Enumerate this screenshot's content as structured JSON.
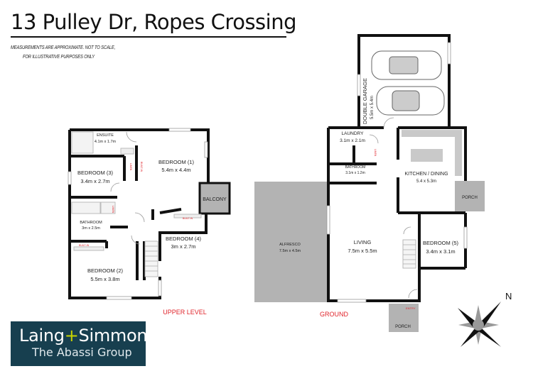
{
  "header": {
    "title": "13 Pulley Dr, Ropes Crossing",
    "disclaimer_line1": "MEASUREMENTS ARE APPROXIMATE. NOT TO SCALE,",
    "disclaimer_line2": "FOR ILLUSTRATIVE PURPOSES ONLY"
  },
  "upper_level": {
    "level_label": "UPPER LEVEL",
    "rooms": {
      "ensuite": {
        "name": "ENSUITE",
        "size": "4.1m x 1.7m"
      },
      "bedroom1": {
        "name": "BEDROOM (1)",
        "size": "5.4m x 4.4m"
      },
      "bedroom3": {
        "name": "BEDROOM (3)",
        "size": "3.4m x 2.7m"
      },
      "balcony": {
        "name": "BALCONY"
      },
      "bathroom": {
        "name": "BATHROOM",
        "size": "3m x 2.5m"
      },
      "bedroom4": {
        "name": "BEDROOM (4)",
        "size": "3m x 2.7m"
      },
      "bedroom2": {
        "name": "BEDROOM (2)",
        "size": "5.5m x 3.8m"
      }
    },
    "tags": {
      "builtin": "BUILT-IN",
      "linen": "LINEN"
    }
  },
  "ground_level": {
    "level_label": "GROUND",
    "rooms": {
      "garage": {
        "name": "DOUBLE GARAGE",
        "size": "5.5m x 5.4m"
      },
      "laundry": {
        "name": "LAUNDRY",
        "size": "3.1m x 2.1m"
      },
      "bathroom": {
        "name": "BATHROOM",
        "size": "3.1m x 1.2m"
      },
      "kitchen": {
        "name": "KITCHEN / DINING",
        "size": "5.4 x 5.3m"
      },
      "porch_side": {
        "name": "PORCH"
      },
      "alfresco": {
        "name": "ALFRESCO",
        "size": "7.5m x 4.5m"
      },
      "living": {
        "name": "LIVING",
        "size": "7.5m x 5.5m"
      },
      "bedroom5": {
        "name": "BEDROOM (5)",
        "size": "3.4m x 3.1m"
      },
      "porch_front": {
        "name": "PORCH"
      }
    },
    "tags": {
      "linen": "LINEN",
      "entry": "ENTRY"
    }
  },
  "compass": {
    "north_label": "N"
  },
  "branding": {
    "brand_part1": "Laing",
    "brand_plus": "+",
    "brand_part2": "Simmons",
    "subtitle": "The Abassi Group",
    "bg_color": "#173f4f",
    "accent_color": "#c8d300"
  },
  "colors": {
    "label_red": "#e0242b",
    "wall": "#111111",
    "outdoor_grey": "#b3b3b3"
  }
}
